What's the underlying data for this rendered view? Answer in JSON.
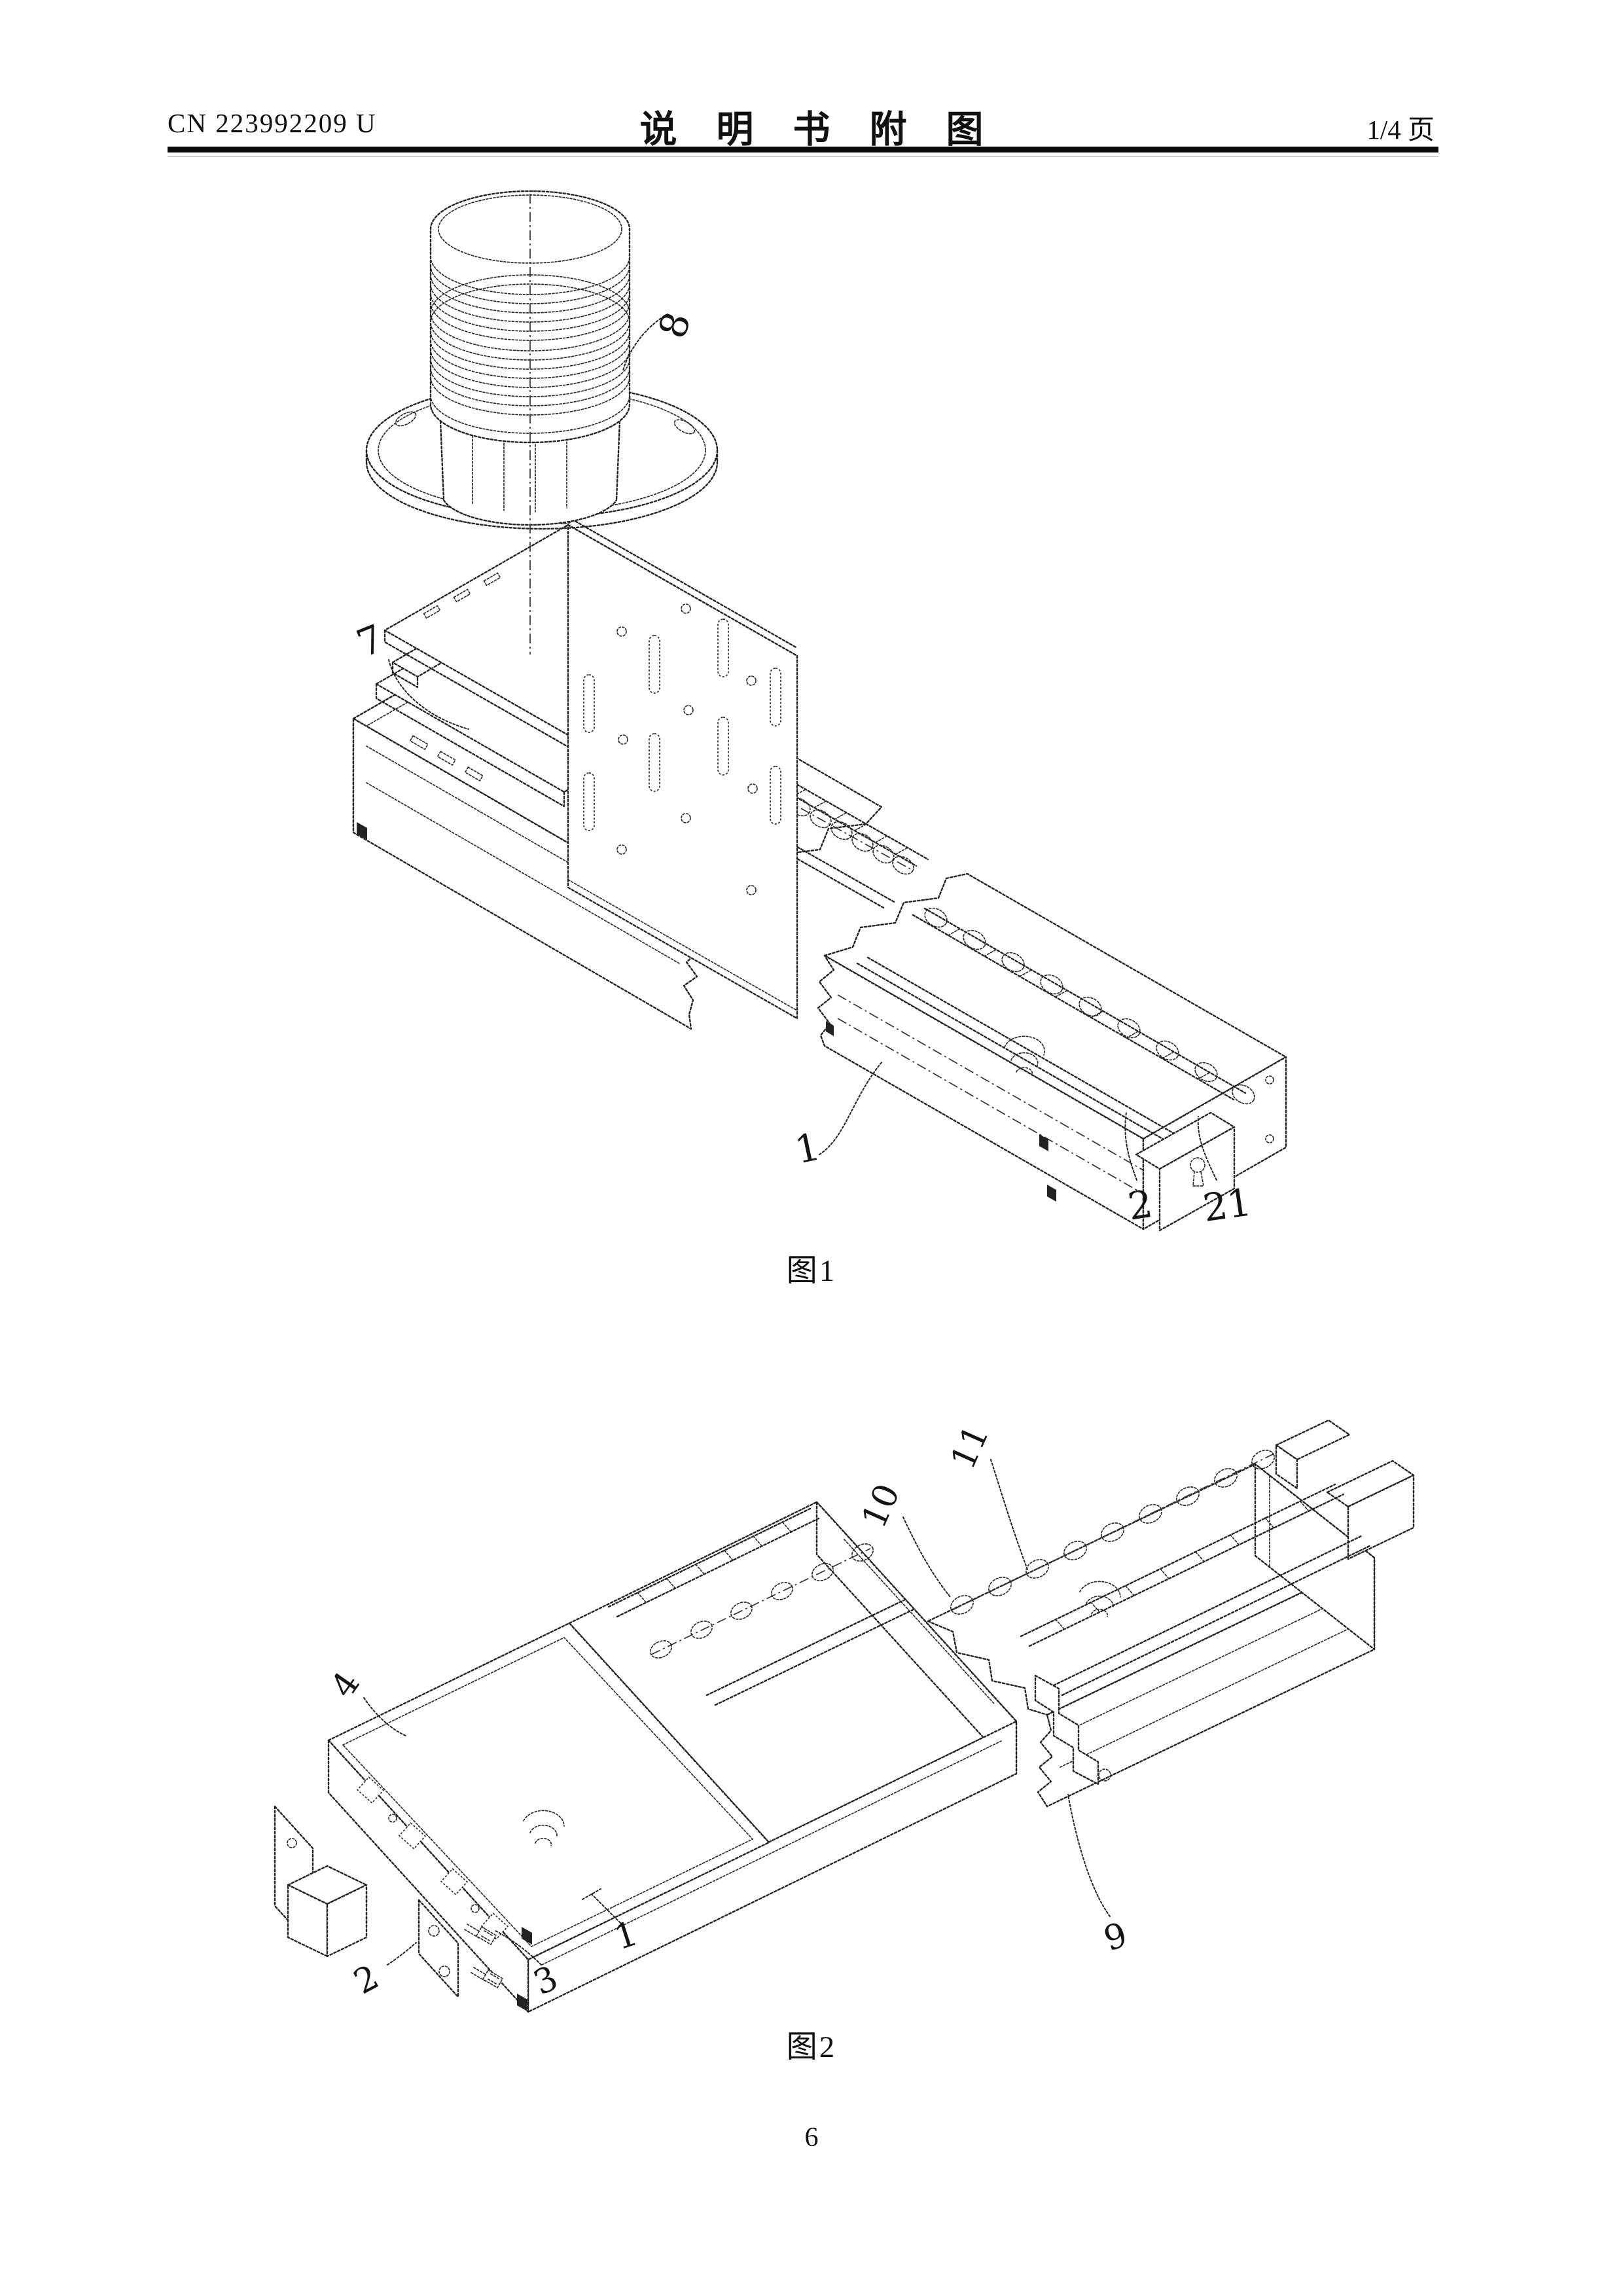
{
  "header": {
    "doc_number": "CN 223992209 U",
    "title": "说明书附图",
    "page_indicator": "1/4 页"
  },
  "figure1": {
    "caption": "图1",
    "labels": {
      "l8": "8",
      "l7": "7",
      "l1": "1",
      "l2": "2",
      "l21": "21"
    }
  },
  "figure2": {
    "caption": "图2",
    "labels": {
      "l10": "10",
      "l11": "11",
      "l4": "4",
      "l2": "2",
      "l3": "3",
      "l1": "1",
      "l9": "9"
    }
  },
  "footer": {
    "page_number": "6"
  }
}
